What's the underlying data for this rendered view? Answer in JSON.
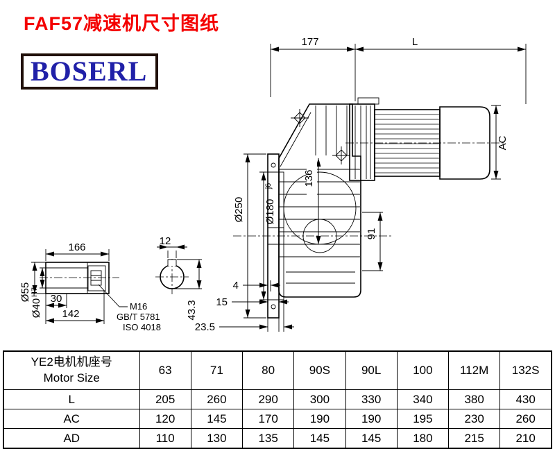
{
  "page": {
    "title": "FAF57减速机尺寸图纸",
    "logo": "BOSERL"
  },
  "drawing": {
    "top": {
      "d177": "177",
      "L": "L"
    },
    "motor": {
      "AC": "AC"
    },
    "flange": {
      "phi250": "Ø250",
      "phi180": "Ø180",
      "phi180_fit": "j6",
      "d136": "136",
      "d91": "91",
      "d4": "4",
      "d15": "15",
      "d23_5": "23.5"
    },
    "shaft": {
      "d166": "166",
      "phi55": "Ø55",
      "phi40": "Ø40",
      "phi40_fit": "H7",
      "d30": "30",
      "d142": "142",
      "d12": "12",
      "d43_3": "43.3",
      "m16": "M16",
      "gbt": "GB/T 5781",
      "iso": "ISO 4018"
    }
  },
  "table": {
    "header": {
      "line1": "YE2电机机座号",
      "line2": "Motor Size"
    },
    "sizes": [
      "63",
      "71",
      "80",
      "90S",
      "90L",
      "100",
      "112M",
      "132S"
    ],
    "rows": [
      {
        "label": "L",
        "values": [
          "205",
          "260",
          "290",
          "300",
          "330",
          "340",
          "380",
          "430"
        ]
      },
      {
        "label": "AC",
        "values": [
          "120",
          "145",
          "170",
          "190",
          "190",
          "195",
          "230",
          "260"
        ]
      },
      {
        "label": "AD",
        "values": [
          "110",
          "130",
          "135",
          "145",
          "145",
          "180",
          "215",
          "210"
        ]
      }
    ]
  }
}
